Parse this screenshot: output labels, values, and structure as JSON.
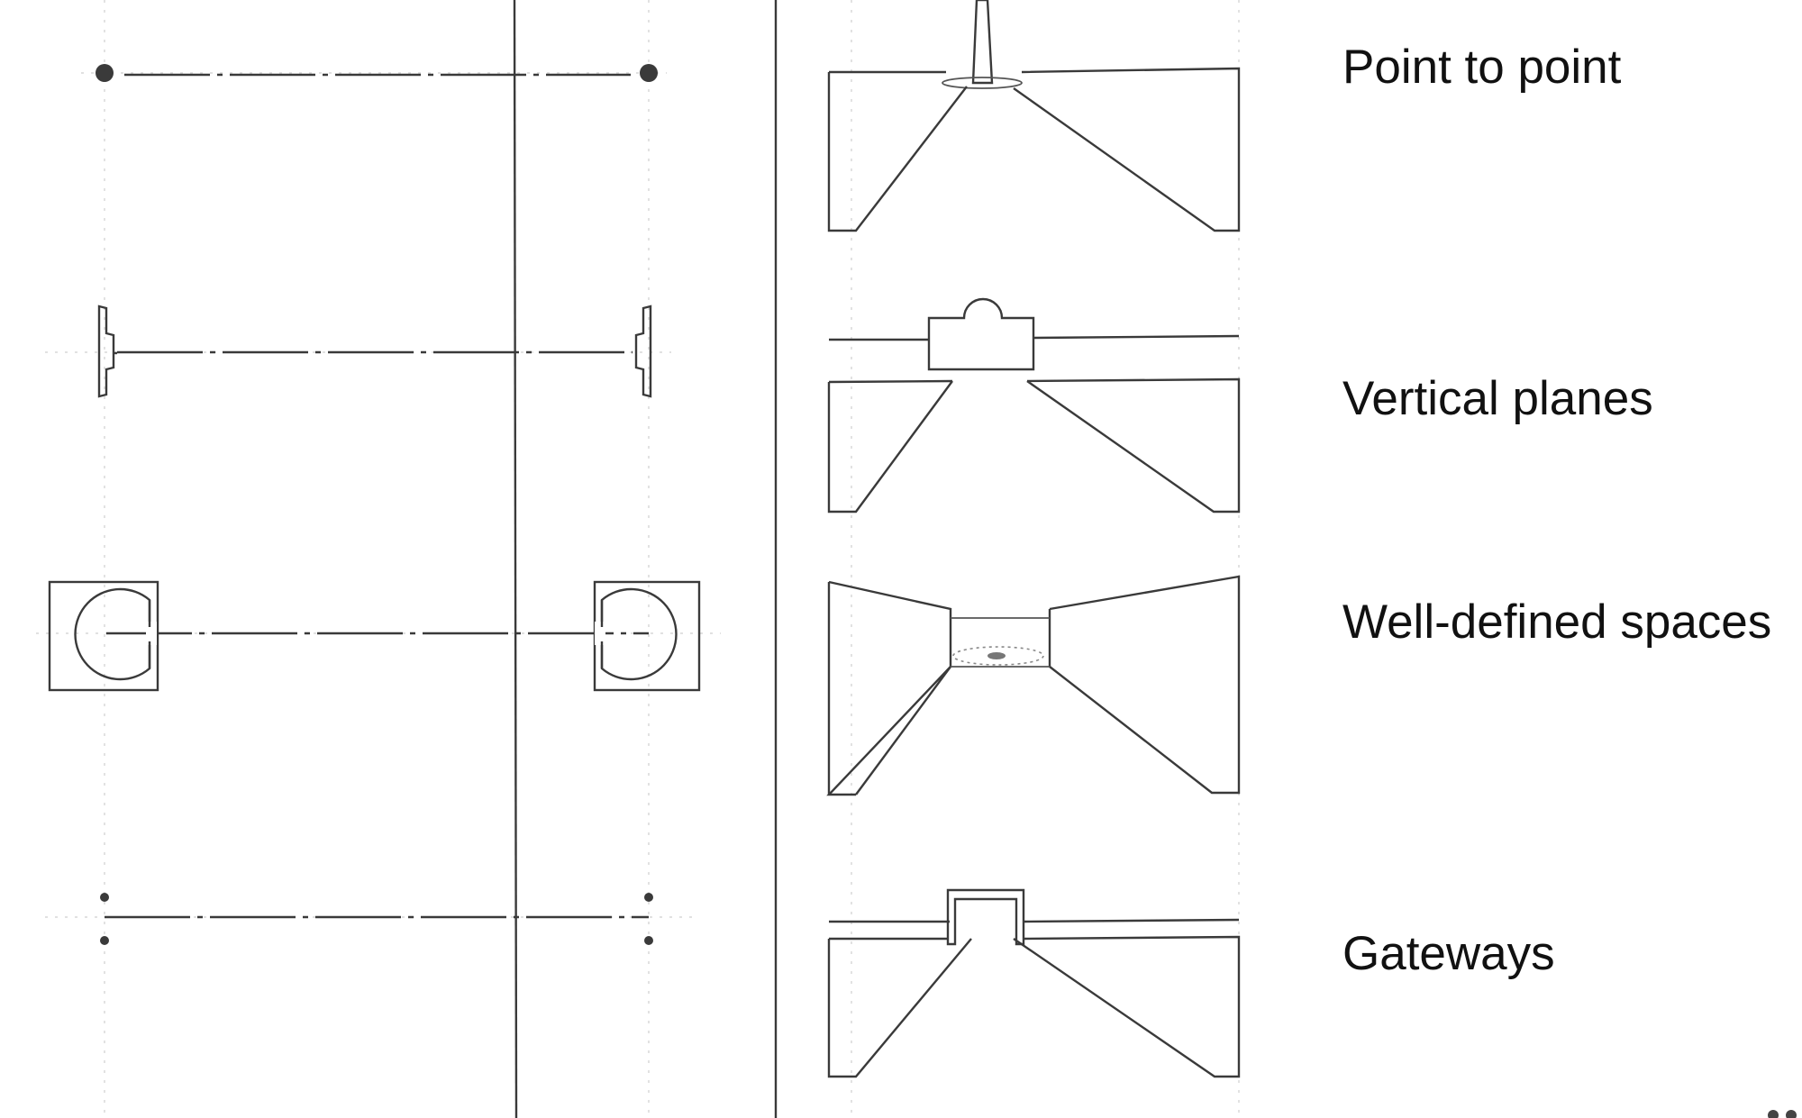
{
  "figure": {
    "labels": [
      {
        "id": "point-to-point",
        "text": "Point to point"
      },
      {
        "id": "vertical-planes",
        "text": "Vertical planes"
      },
      {
        "id": "well-defined-spaces",
        "text": "Well-defined spaces"
      },
      {
        "id": "gateways",
        "text": "Gateways"
      }
    ]
  },
  "colors": {
    "ink": "#3a3a3a",
    "guide": "#cfcfcf",
    "background": "#ffffff"
  }
}
